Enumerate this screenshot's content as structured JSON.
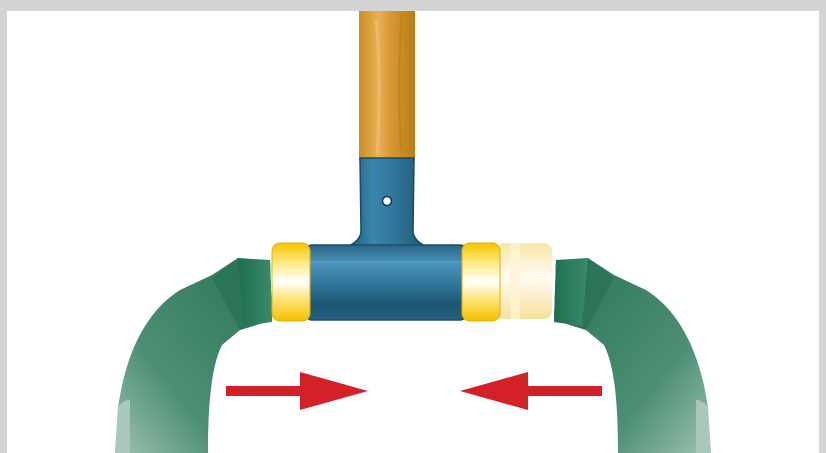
{
  "illustration": {
    "subject": "mallet-head-between-gripping-arms",
    "arrows": [
      "arrow-right",
      "arrow-left"
    ],
    "colors": {
      "frame_background": "#d4d4d4",
      "canvas_background": "#ffffff",
      "handle": "#e0a040",
      "mallet_body": "#2f6f91",
      "mallet_face": "#ffd21e",
      "mallet_face_ghost": "#fbefc0",
      "arm": "#2d7a5c",
      "arm_light": "#8cb3a3",
      "arrow": "#d42027"
    }
  }
}
